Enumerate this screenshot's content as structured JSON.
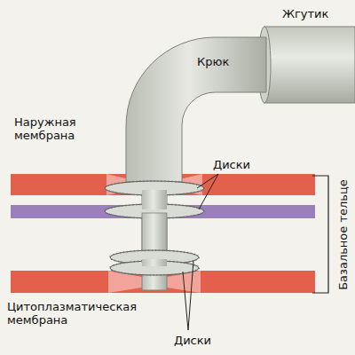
{
  "diagram": {
    "labels": [
      "Жгутик",
      "Крюк",
      "Наружная мембрана",
      "Диски",
      "Базальное тельце",
      "Цитоплазматическая мембрана",
      "Диски"
    ]
  }
}
